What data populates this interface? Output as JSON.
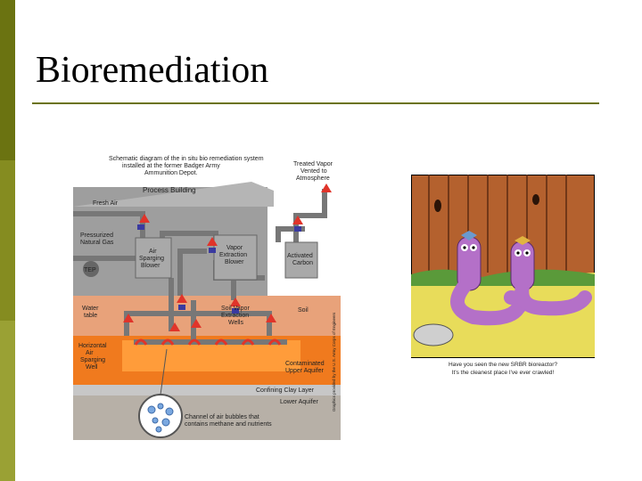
{
  "slide": {
    "title": "Bioremediation"
  },
  "diagram": {
    "caption_top": [
      "Schematic diagram of the in situ bio remediation system",
      "installed at the former Badger Army",
      "Ammunition Depot."
    ],
    "treated_vapor": [
      "Treated Vapor",
      "Vented to",
      "Atmosphere"
    ],
    "process_building": "Process Building",
    "fresh_air": "Fresh Air",
    "pressurized_gas": [
      "Pressurized",
      "Natural Gas"
    ],
    "tep": "TEP",
    "air_sparging_blower": [
      "Air",
      "Sparging",
      "Blower"
    ],
    "vapor_extraction_blower": [
      "Vapor",
      "Extraction",
      "Blower"
    ],
    "activated_carbon": [
      "Activated",
      "Carbon"
    ],
    "water_table": [
      "Water",
      "table"
    ],
    "soil": "Soil",
    "soil_vapor_wells": [
      "Soil Vapor",
      "Extraction",
      "Wells"
    ],
    "horizontal_well": [
      "Horizontal",
      "Air",
      "Sparging",
      "Well"
    ],
    "contaminated_aquifer": [
      "Contaminated",
      "Upper Aquifer"
    ],
    "confining_clay": "Confining Clay Layer",
    "lower_aquifer": "Lower Aquifer",
    "channel_note": [
      "Channel of air bubbles that",
      "contains methane and nutrients"
    ],
    "credit": "Graphics provided by the U.S. Army Corps of Engineers",
    "colors": {
      "building": "#9e9e9e",
      "soil": "#e8a27a",
      "aquifer": "#f07a1e",
      "clay": "#c7c7c7",
      "pipe": "#8a8a8a"
    }
  },
  "cartoon": {
    "caption": [
      "Have you seen the new SRBR bioreactor?",
      "It's the cleanest place I've ever crawled!"
    ],
    "colors": {
      "fence": "#b4612e",
      "ground": "#e8dc5a",
      "worm": "#b470c8"
    }
  }
}
